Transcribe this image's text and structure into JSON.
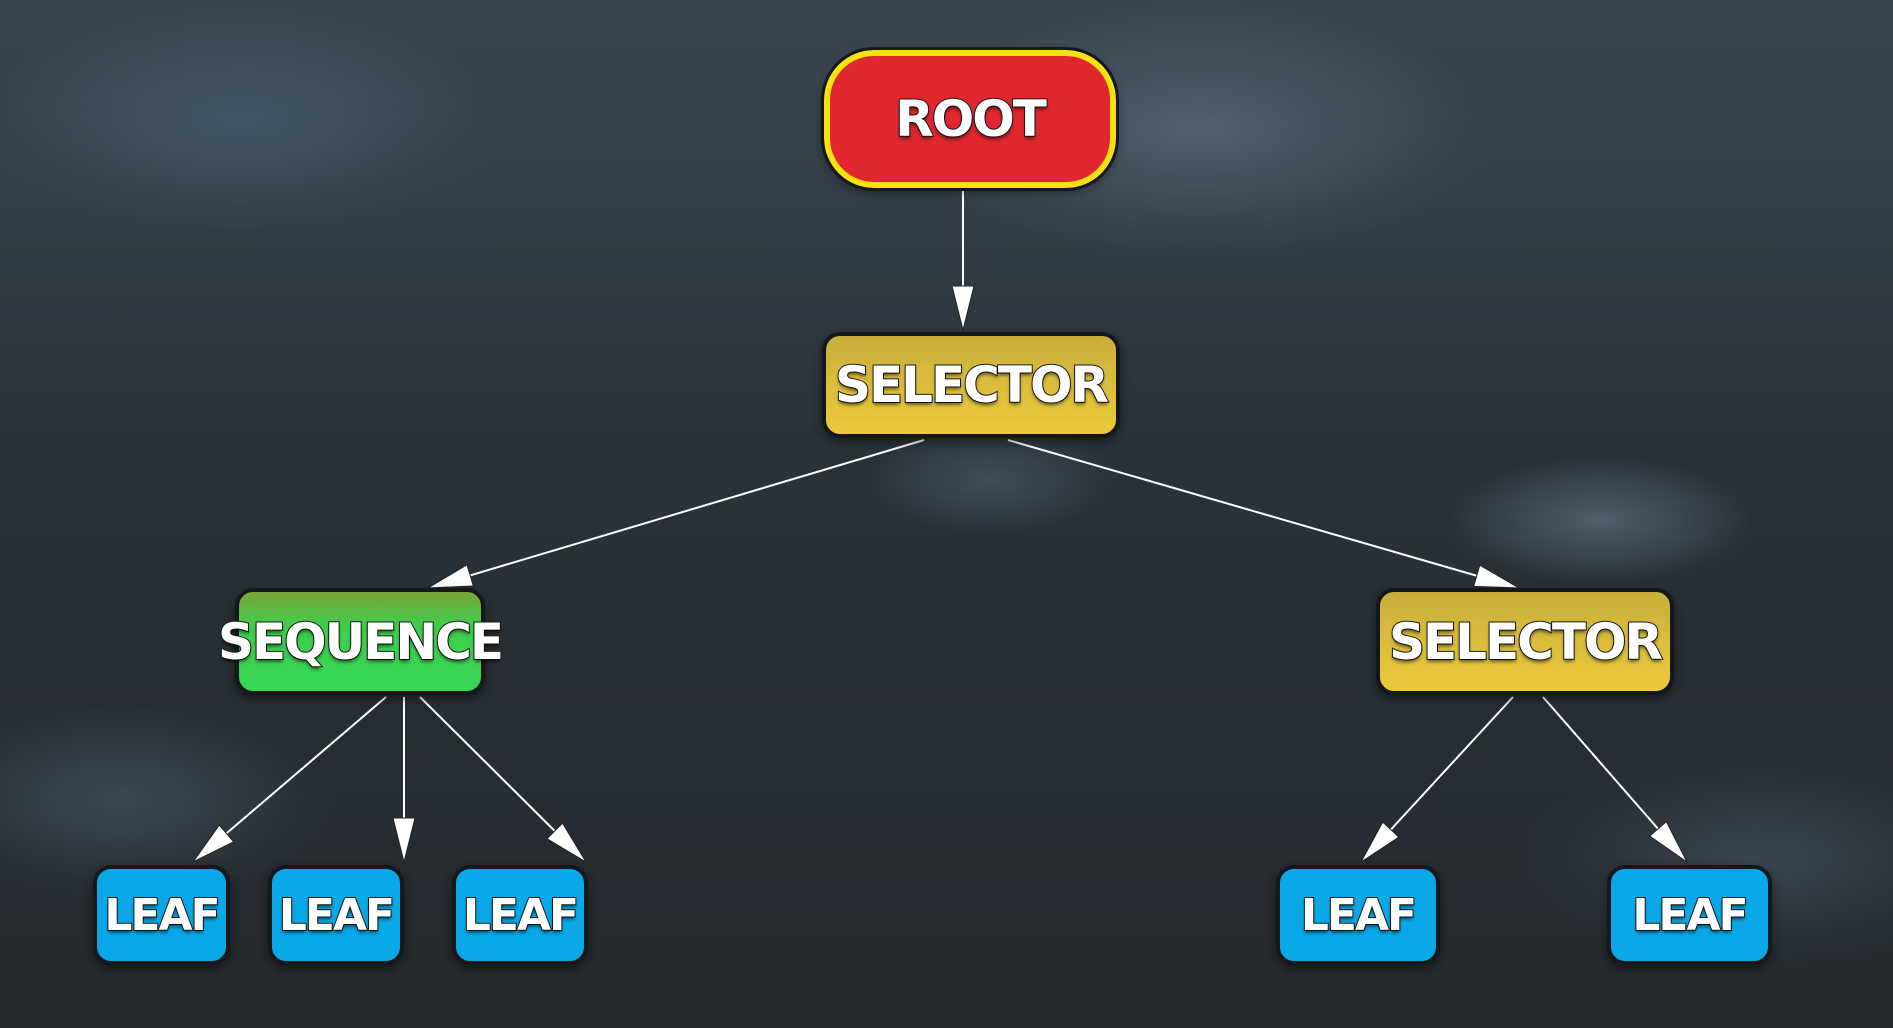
{
  "diagram": {
    "title": "Behavior tree",
    "nodes": [
      {
        "id": "root",
        "label": "ROOT",
        "type": "root"
      },
      {
        "id": "selector1",
        "label": "SELECTOR",
        "type": "selector"
      },
      {
        "id": "sequence",
        "label": "SEQUENCE",
        "type": "sequence"
      },
      {
        "id": "selector2",
        "label": "SELECTOR",
        "type": "selector"
      },
      {
        "id": "leaf1",
        "label": "LEAF",
        "type": "leaf"
      },
      {
        "id": "leaf2",
        "label": "LEAF",
        "type": "leaf"
      },
      {
        "id": "leaf3",
        "label": "LEAF",
        "type": "leaf"
      },
      {
        "id": "leaf4",
        "label": "LEAF",
        "type": "leaf"
      },
      {
        "id": "leaf5",
        "label": "LEAF",
        "type": "leaf"
      }
    ],
    "edges": [
      [
        "root",
        "selector1"
      ],
      [
        "selector1",
        "sequence"
      ],
      [
        "selector1",
        "selector2"
      ],
      [
        "sequence",
        "leaf1"
      ],
      [
        "sequence",
        "leaf2"
      ],
      [
        "sequence",
        "leaf3"
      ],
      [
        "selector2",
        "leaf4"
      ],
      [
        "selector2",
        "leaf5"
      ]
    ],
    "colors": {
      "root": "#e0272f",
      "root_border": "#f8e10e",
      "selector": "#e3c23c",
      "sequence": "#3fce4c",
      "leaf": "#0aa8e8"
    }
  }
}
